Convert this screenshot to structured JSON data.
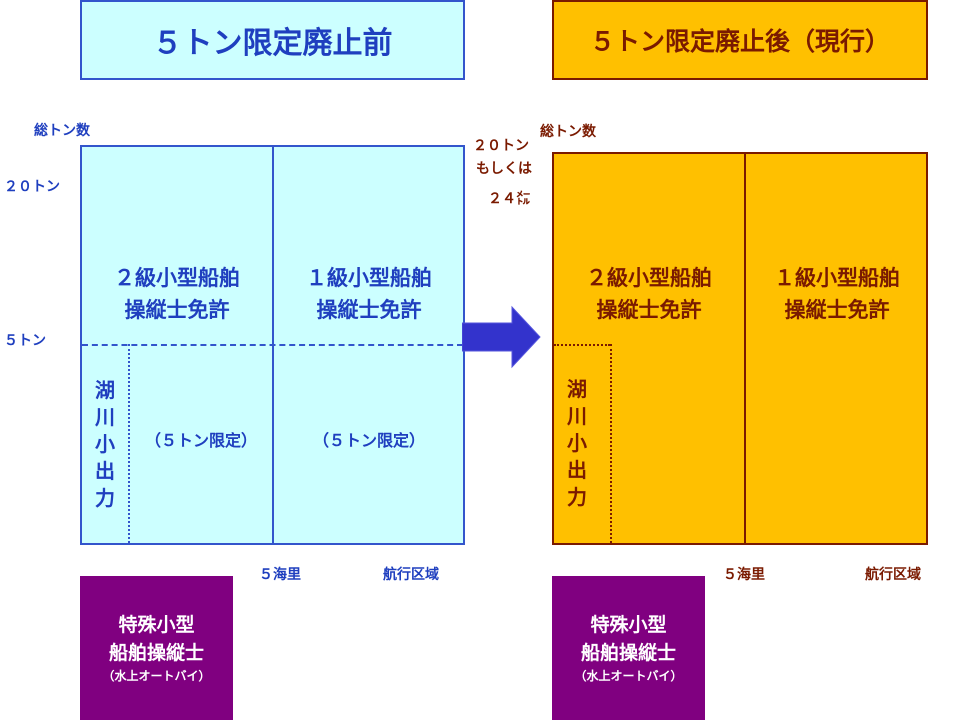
{
  "before": {
    "title": "５トン限定廃止前",
    "y_axis_label": "総トン数",
    "tick_20t": "２０トン",
    "tick_5t": "５トン",
    "class2": "２級小型船舶\n操縦士免許",
    "class1": "１級小型船舶\n操縦士免許",
    "lake_river": "湖川小出力",
    "limit_left": "（５トン限定）",
    "limit_right": "（５トン限定）",
    "x_tick_5nm": "５海里",
    "x_axis_label": "航行区域",
    "special": {
      "main": "特殊小型\n船舶操縦士",
      "sub": "（水上オートバイ）"
    },
    "colors": {
      "fill": "#ccffff",
      "border": "#3355cc",
      "text": "#1f3fbf"
    }
  },
  "after": {
    "title": "５トン限定廃止後（現行）",
    "y_axis_label": "総トン数",
    "tick_top_line1": "２０トン",
    "tick_top_line2": "もしくは",
    "tick_top_line3": "２４㍍",
    "class2": "２級小型船舶\n操縦士免許",
    "class1": "１級小型船舶\n操縦士免許",
    "lake_river": "湖川小出力",
    "x_tick_5nm": "５海里",
    "x_axis_label": "航行区域",
    "special": {
      "main": "特殊小型\n船舶操縦士",
      "sub": "（水上オートバイ）"
    },
    "colors": {
      "fill": "#ffc000",
      "border": "#7a1a00",
      "text": "#7a1a00"
    }
  },
  "arrow": {
    "color": "#3333cc",
    "icon": "right-arrow-icon"
  },
  "special_color": "#800080"
}
